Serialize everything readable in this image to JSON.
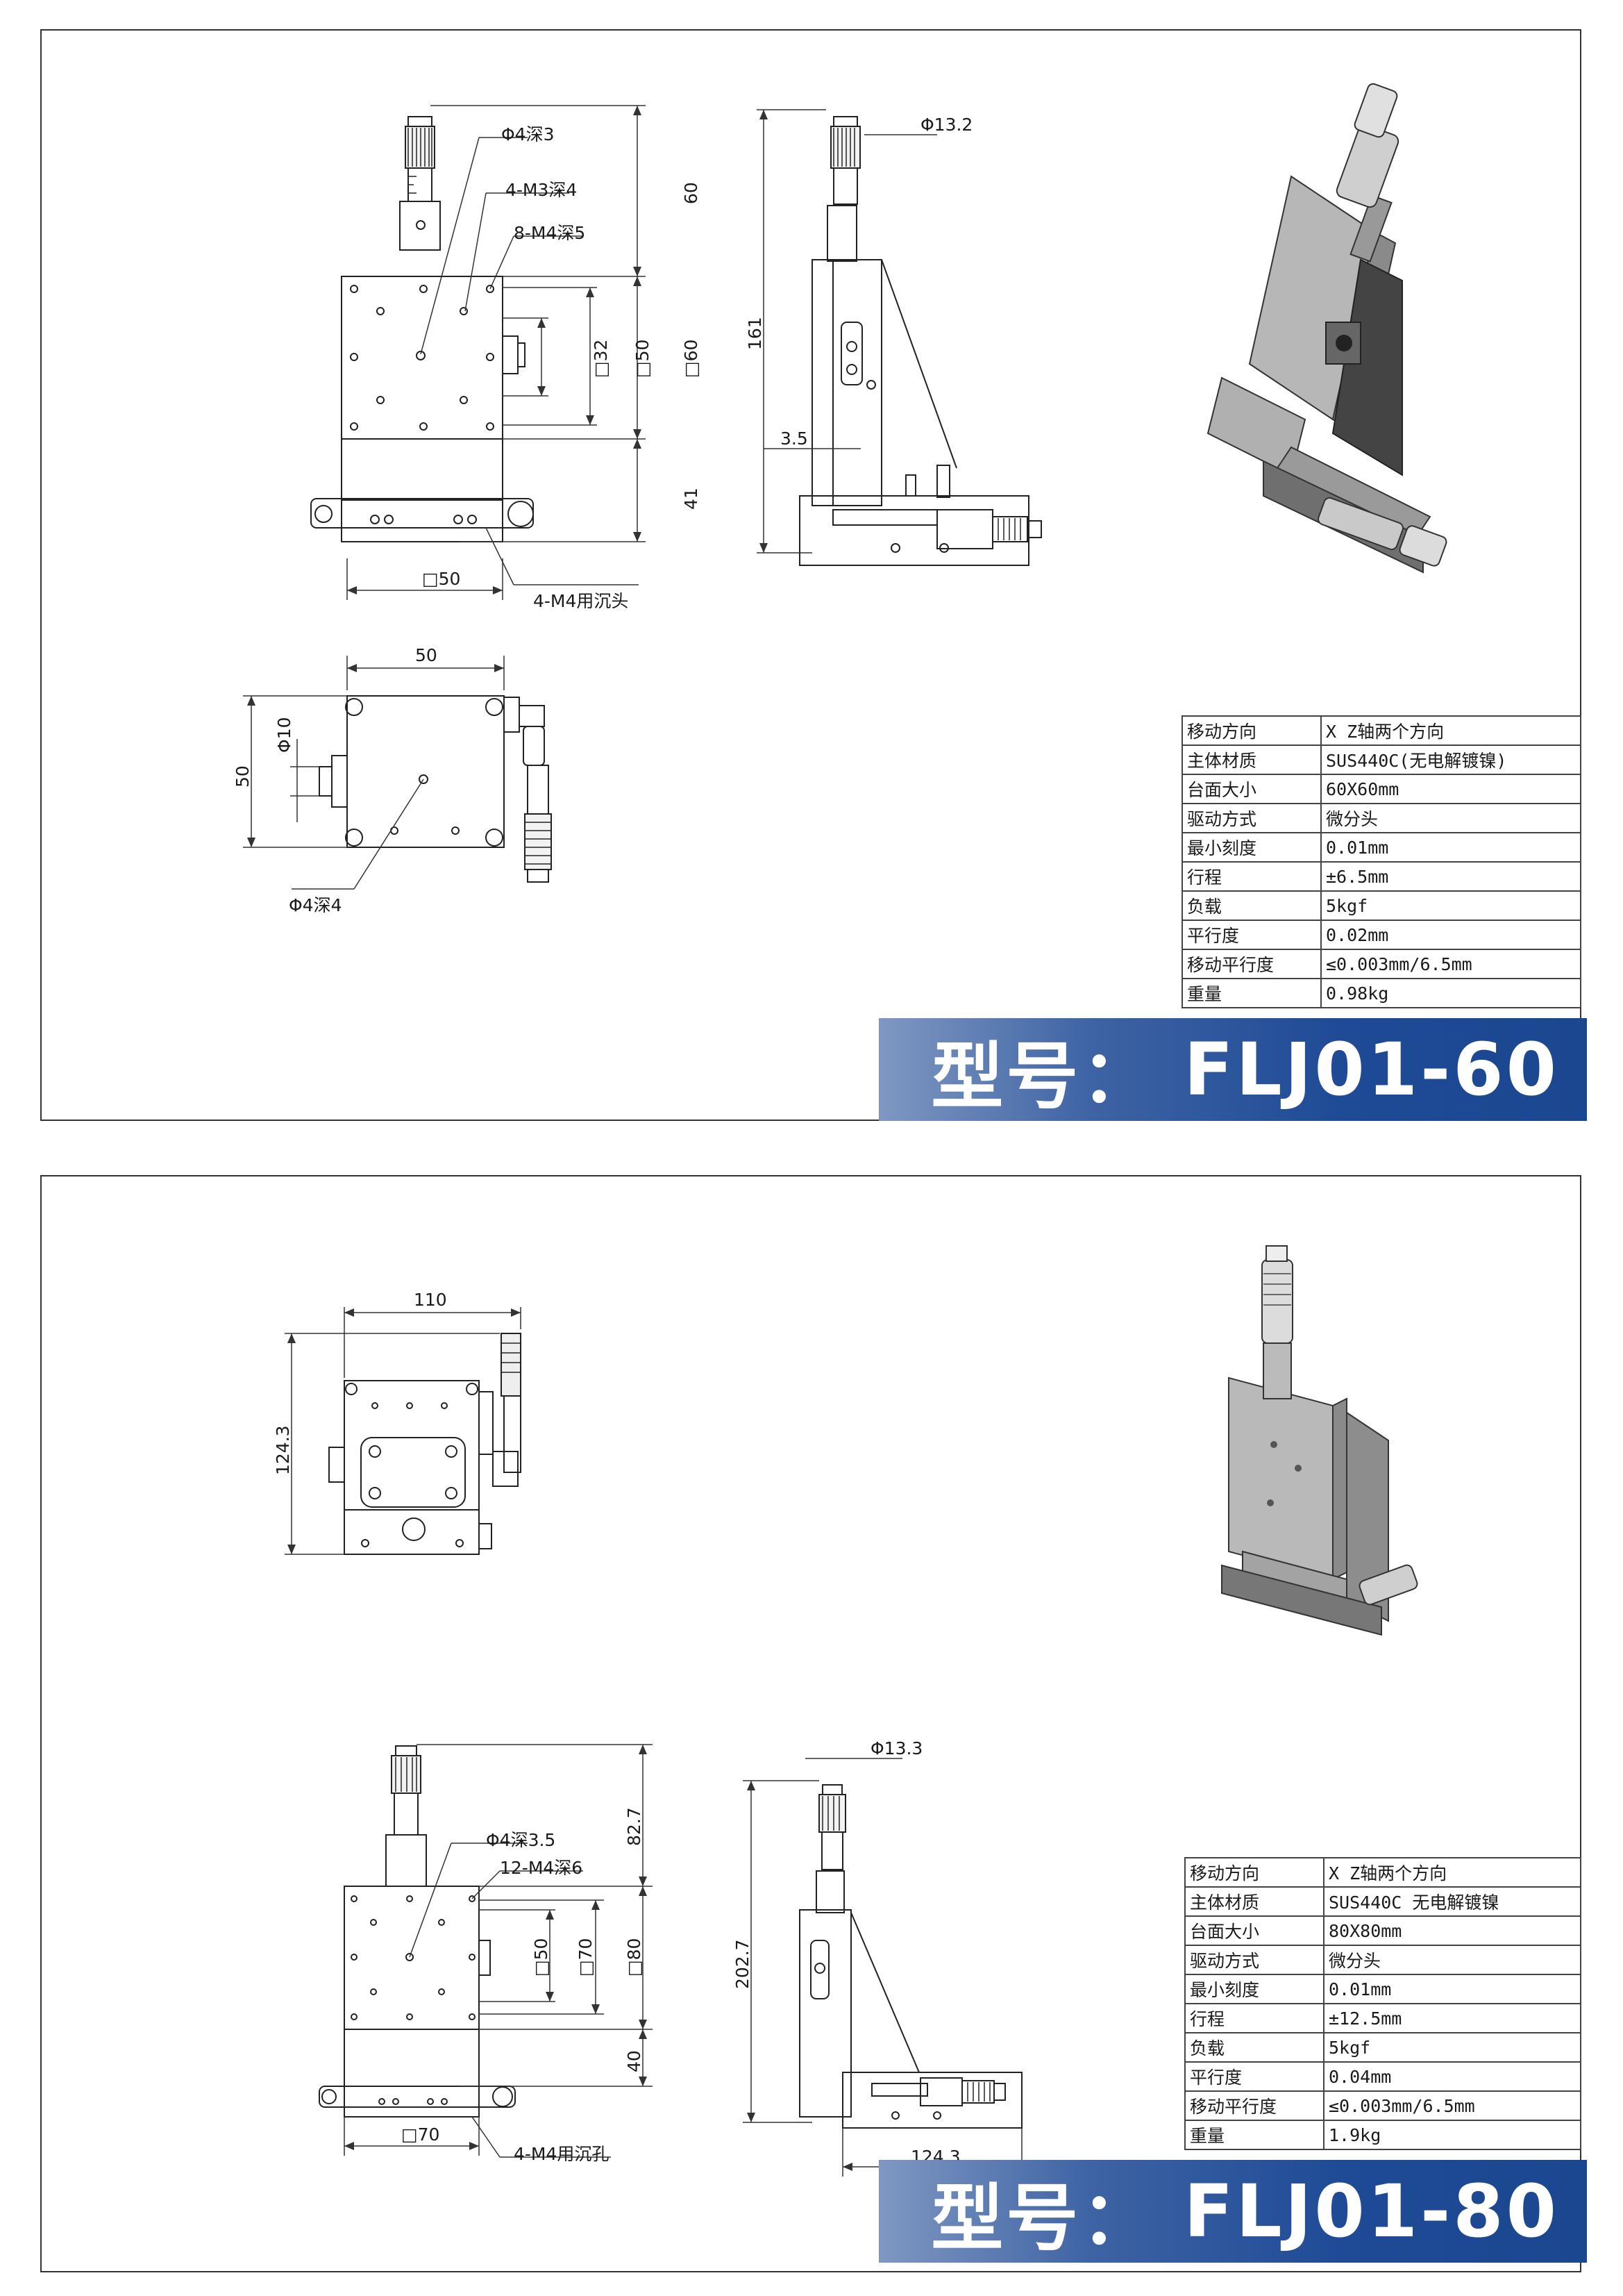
{
  "sheets": [
    {
      "dims": {
        "hole_top": "Φ4深3",
        "thread_top": "4-M3深4",
        "thread_side": "8-M4深5",
        "sq32": "□32",
        "sq50": "□50",
        "sq60": "□60",
        "h60": "60",
        "h41": "41",
        "h161": "161",
        "offset": "3.5",
        "knob_dia": "Φ13.2",
        "bottom_sq": "□50",
        "mount": "4-M4用沉头",
        "top_w": "50",
        "top_h": "50",
        "knob_dia_plan": "Φ10",
        "hole_plan": "Φ4深4"
      },
      "spec_rows": [
        {
          "k": "移动方向",
          "v": "X Z轴两个方向"
        },
        {
          "k": "主体材质",
          "v": "SUS440C(无电解镀镍)"
        },
        {
          "k": "台面大小",
          "v": "60X60mm"
        },
        {
          "k": "驱动方式",
          "v": "微分头"
        },
        {
          "k": "最小刻度",
          "v": "0.01mm"
        },
        {
          "k": "行程",
          "v": "±6.5mm"
        },
        {
          "k": "负载",
          "v": "5kgf"
        },
        {
          "k": "平行度",
          "v": "0.02mm"
        },
        {
          "k": "移动平行度",
          "v": "≤0.003mm/6.5mm"
        },
        {
          "k": "重量",
          "v": "0.98kg"
        }
      ],
      "model_label": "型号：",
      "model_code": "FLJ01-60"
    },
    {
      "dims": {
        "plan_w": "110",
        "plan_h": "124.3",
        "hole_top": "Φ4深3.5",
        "thread_top": "12-M4深6",
        "sq50": "□50",
        "sq70": "□70",
        "sq80": "□80",
        "h827": "82.7",
        "h40": "40",
        "bottom_sq": "□70",
        "mount": "4-M4用沉孔",
        "knob_dia": "Φ13.3",
        "h2027": "202.7",
        "base_len": "124.3"
      },
      "spec_rows": [
        {
          "k": "移动方向",
          "v": "X Z轴两个方向"
        },
        {
          "k": "主体材质",
          "v": "SUS440C 无电解镀镍"
        },
        {
          "k": "台面大小",
          "v": "80X80mm"
        },
        {
          "k": "驱动方式",
          "v": "微分头"
        },
        {
          "k": "最小刻度",
          "v": "0.01mm"
        },
        {
          "k": "行程",
          "v": "±12.5mm"
        },
        {
          "k": "负载",
          "v": "5kgf"
        },
        {
          "k": "平行度",
          "v": "0.04mm"
        },
        {
          "k": "移动平行度",
          "v": "≤0.003mm/6.5mm"
        },
        {
          "k": "重量",
          "v": "1.9kg"
        }
      ],
      "model_label": "型号：",
      "model_code": "FLJ01-80"
    }
  ]
}
